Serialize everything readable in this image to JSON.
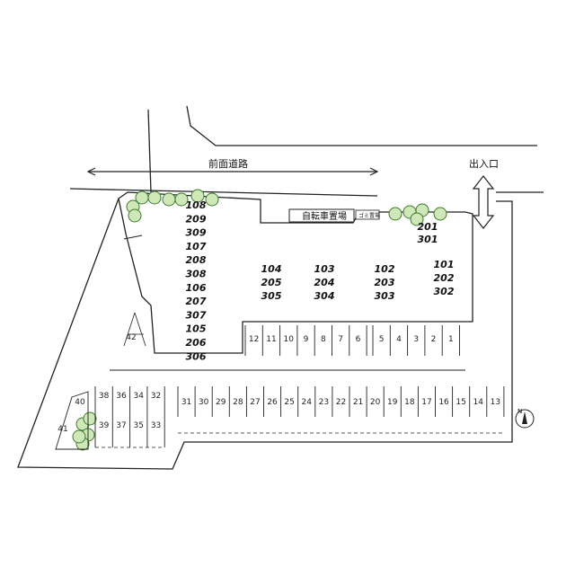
{
  "labels": {
    "front_road": "前面道路",
    "entrance": "出入口",
    "bicycle_parking": "自転車置場",
    "garbage": "ゴミ置場",
    "north": "N"
  },
  "room_columns": [
    [
      "108",
      "209",
      "309",
      "107",
      "208",
      "308",
      "106",
      "207",
      "307",
      "105",
      "206",
      "306"
    ],
    [
      "104",
      "205",
      "305"
    ],
    [
      "103",
      "204",
      "304"
    ],
    [
      "102",
      "203",
      "303"
    ],
    [
      "101",
      "202",
      "302"
    ],
    [
      "201",
      "301"
    ]
  ],
  "parking": {
    "upper_row": [
      "12",
      "11",
      "10",
      "9",
      "8",
      "7",
      "6",
      "5",
      "4",
      "3",
      "2",
      "1"
    ],
    "lower_row": [
      "31",
      "30",
      "29",
      "28",
      "27",
      "26",
      "25",
      "24",
      "23",
      "22",
      "21",
      "20",
      "19",
      "18",
      "17",
      "16",
      "15",
      "14",
      "13"
    ],
    "left_top": [
      "38",
      "36",
      "34",
      "32"
    ],
    "left_bottom": [
      "39",
      "37",
      "35",
      "33"
    ],
    "side": [
      "40",
      "41",
      "42"
    ]
  },
  "colors": {
    "tree_fill": "#cfe8b8",
    "tree_stroke": "#3d7a2d",
    "line": "#222222"
  }
}
